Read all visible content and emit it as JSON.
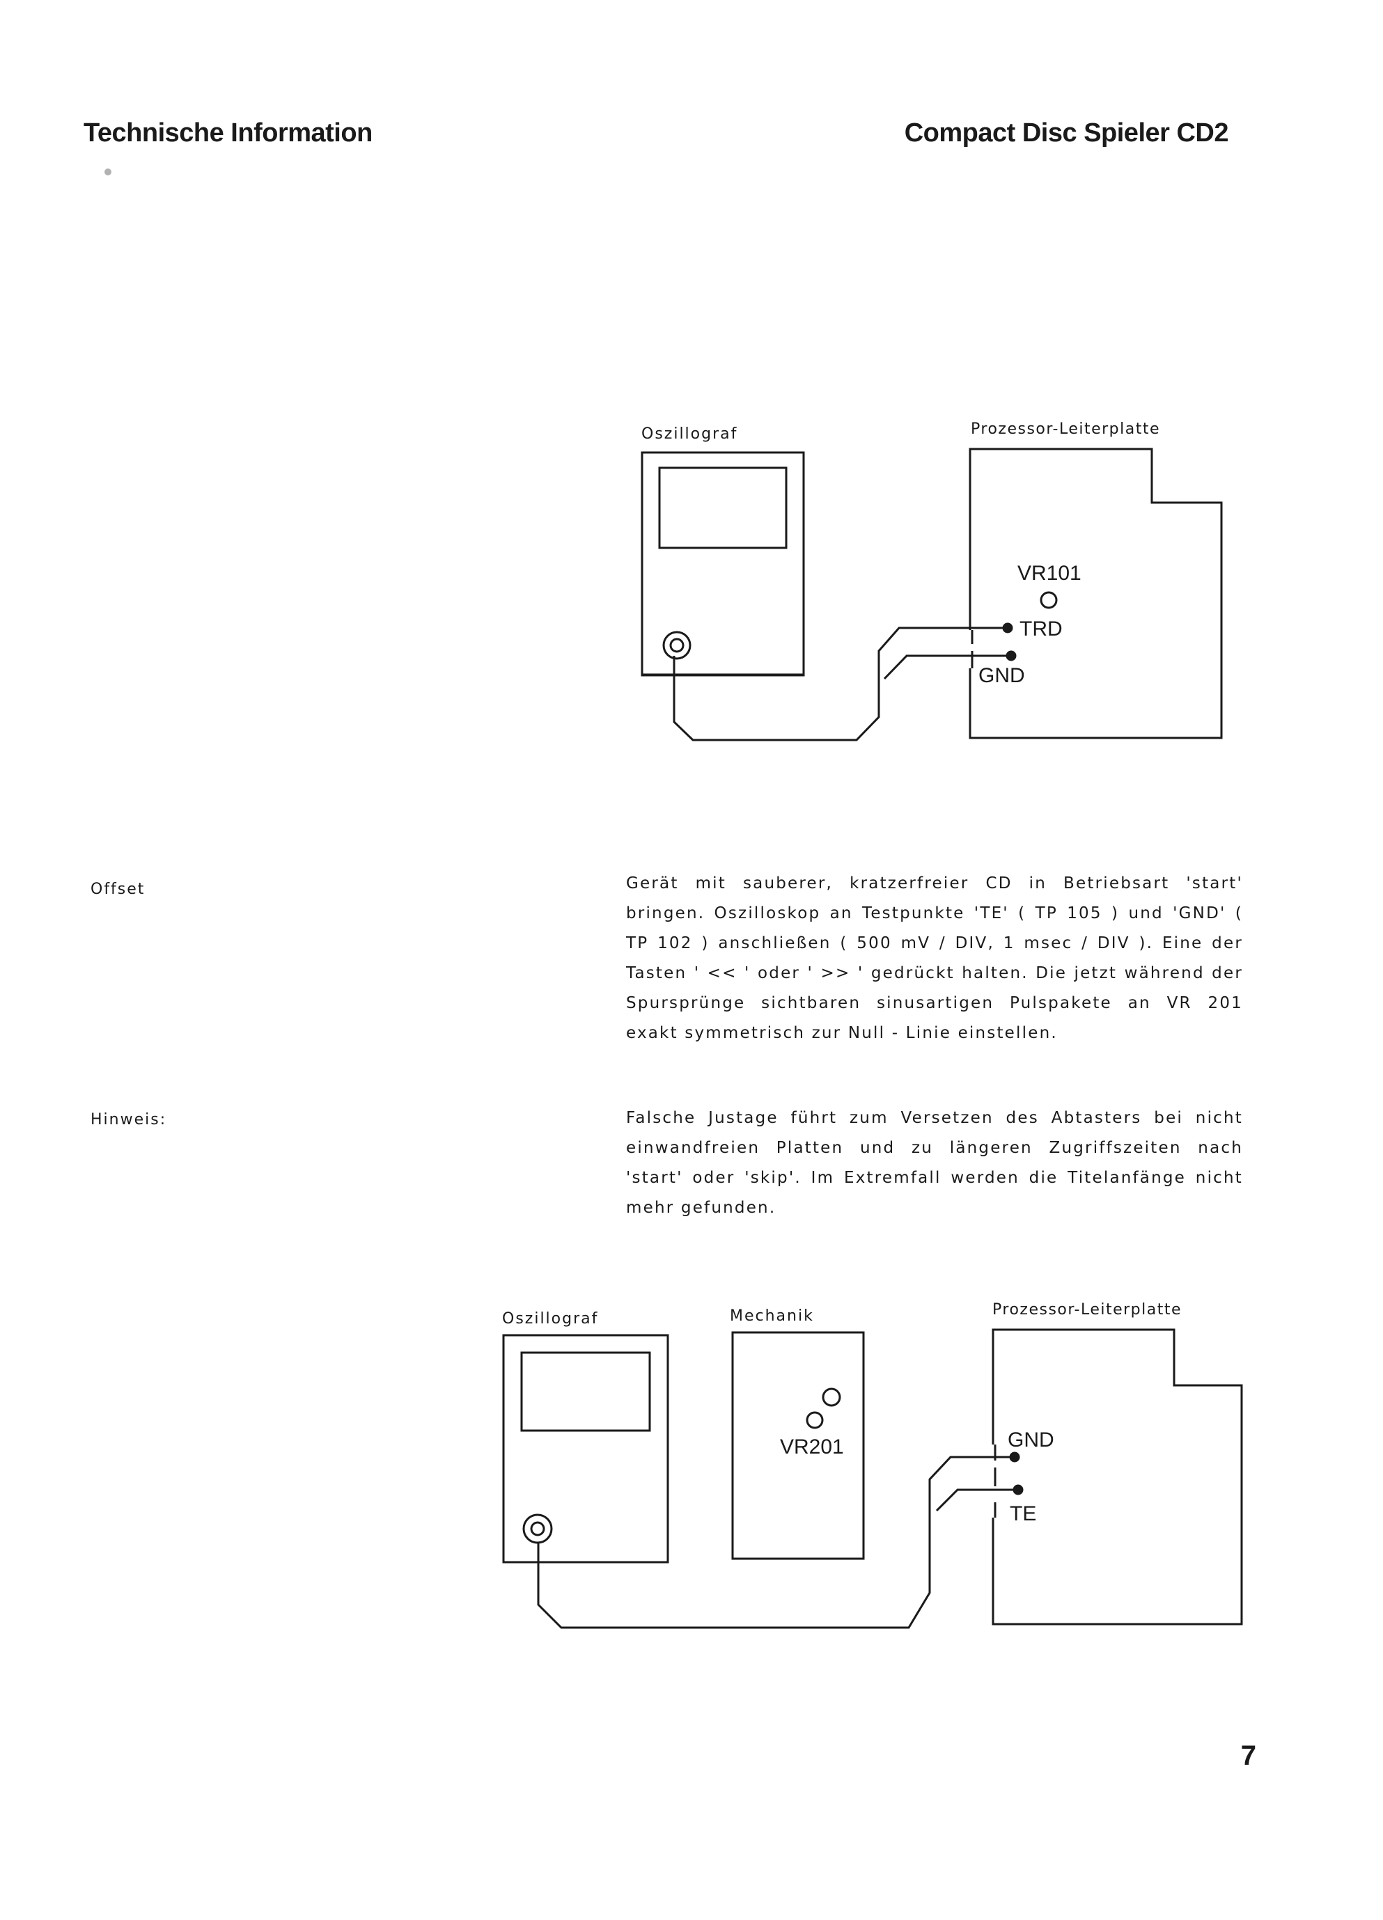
{
  "header": {
    "left_title": "Technische Information",
    "right_title": "Compact Disc Spieler CD2"
  },
  "diagram1": {
    "oscillograph_label": "Oszillograf",
    "board_label": "Prozessor-Leiterplatte",
    "vr_label": "VR101",
    "signal_label": "TRD",
    "ground_label": "GND"
  },
  "sections": [
    {
      "label": "Offset",
      "text": "Gerät mit sauberer, kratzerfreier CD in Betriebsart 'start' bringen. Oszilloskop an Testpunkte 'TE' ( TP 105 ) und 'GND' ( TP 102 ) anschließen ( 500 mV / DIV, 1 msec / DIV ). Eine der Tasten ' << ' oder ' >> ' gedrückt halten. Die jetzt während der Spursprünge sichtbaren sinusartigen Pulspakete an VR 201 exakt symmetrisch zur Null - Linie einstellen."
    },
    {
      "label": "Hinweis:",
      "text": "Falsche Justage führt zum Versetzen des Abtasters bei nicht einwandfreien Platten und zu längeren Zugriffszeiten nach 'start' oder 'skip'. Im Extremfall werden die Titelanfänge nicht mehr gefunden."
    }
  ],
  "diagram2": {
    "oscillograph_label": "Oszillograf",
    "mechanics_label": "Mechanik",
    "vr_label": "VR201",
    "board_label": "Prozessor-Leiterplatte",
    "ground_label": "GND",
    "signal_label": "TE"
  },
  "page_number": "7"
}
